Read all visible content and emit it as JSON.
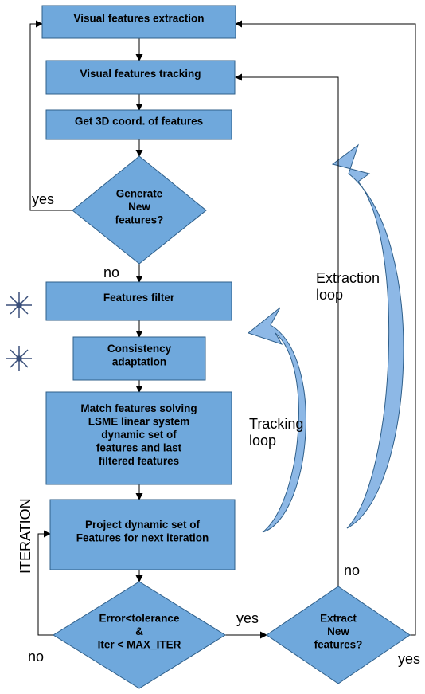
{
  "boxes": {
    "extraction": [
      "Visual features extraction"
    ],
    "tracking": [
      "Visual features tracking"
    ],
    "coords": [
      "Get 3D coord. of features"
    ],
    "filter": [
      "Features filter"
    ],
    "consistency": [
      "Consistency",
      "adaptation"
    ],
    "match": [
      "Match features solving",
      "LSME linear system",
      "dynamic set of",
      "features and last",
      "filtered features"
    ],
    "project": [
      "Project dynamic set of",
      "Features for next iteration"
    ]
  },
  "decisions": {
    "generate": [
      "Generate",
      "New",
      "features?"
    ],
    "error": [
      "Error<tolerance",
      "&",
      "Iter < MAX_ITER"
    ],
    "extract": [
      "Extract",
      "New",
      "features?"
    ]
  },
  "labels": {
    "generate_yes": "yes",
    "generate_no": "no",
    "error_yes": "yes",
    "error_no": "no",
    "extract_yes": "yes",
    "extract_no": "no",
    "extraction_loop": [
      "Extraction",
      "loop"
    ],
    "tracking_loop": [
      "Tracking",
      "loop"
    ],
    "iteration": "ITERATION"
  },
  "colors": {
    "box_fill": "#6fa8dc",
    "box_stroke": "#2f5f8a",
    "loop_arrow_fill": "#8db8e6",
    "star": "#3a4f7a"
  },
  "icons": [
    "star-marker-icon",
    "star-marker-icon"
  ]
}
